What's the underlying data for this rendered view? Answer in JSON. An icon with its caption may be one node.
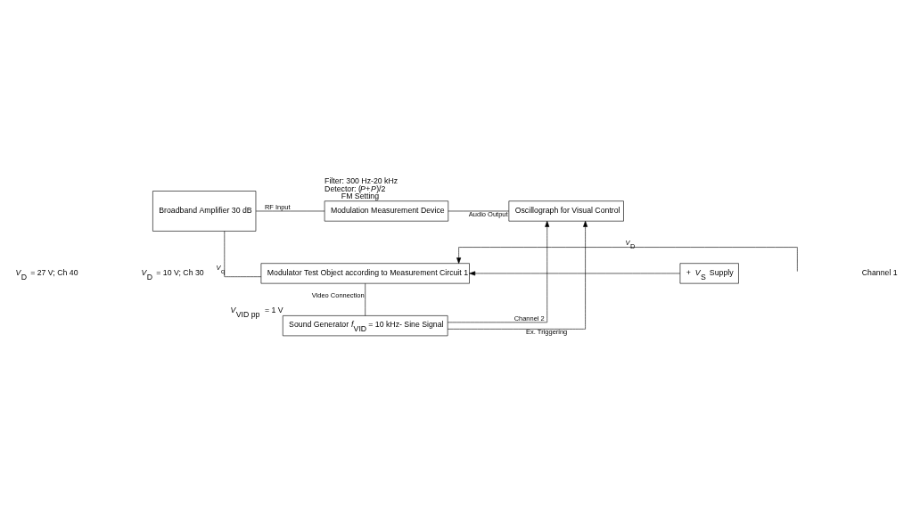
{
  "diagram": {
    "nodes": [
      {
        "text": [
          "Broadband Amplifier 30 dB"
        ]
      },
      {
        "text": [
          "Modulation Measurement Device"
        ],
        "beside": [
          "Filter: 300 Hz-20 kHz",
          "Detector: (*P*+*P*)/2",
          "FM Setting"
        ]
      },
      {
        "text": [
          "Oscillograph for Visual Control"
        ]
      },
      {
        "text": [
          "Modulator Test Object according to Measurement Circuit 1"
        ]
      },
      {
        "text": [
          "+ *V*$_{S}$ Supply"
        ]
      },
      {
        "text": [
          "Sound Generator *f*$_{VID}$ = 10 kHz- Sine Signal"
        ],
        "beside": [
          "*V*$_{VID pp}$ = 1 V"
        ]
      }
    ],
    "edges": [
      {
        "from": 3,
        "to": 0,
        "arrow": "none",
        "label": "*V*$_{q}$"
      },
      {
        "from": 0,
        "to": 1,
        "arrow": "none",
        "label": "RF Input"
      },
      {
        "from": 1,
        "to": 2,
        "arrow": "none",
        "label": "Audio Output"
      },
      {
        "from": 4,
        "to": 3,
        "arrow": "to"
      },
      {
        "from": null,
        "to": 3,
        "arrow": "to",
        "label": "*V*$_{D}$"
      },
      {
        "from": 3,
        "to": 5,
        "arrow": "none",
        "label": "Video Connection"
      },
      {
        "from": 5,
        "to": 2,
        "arrow": "to",
        "label": "Channel 2"
      },
      {
        "from": 5,
        "to": 2,
        "arrow": "to",
        "label": "Ex. Triggering"
      }
    ],
    "labels": [
      "Channel 1",
      "*V*$_{D}$ = 10 V; Ch 30",
      "*V*$_{D}$ = 27 V; Ch 40"
    ]
  }
}
